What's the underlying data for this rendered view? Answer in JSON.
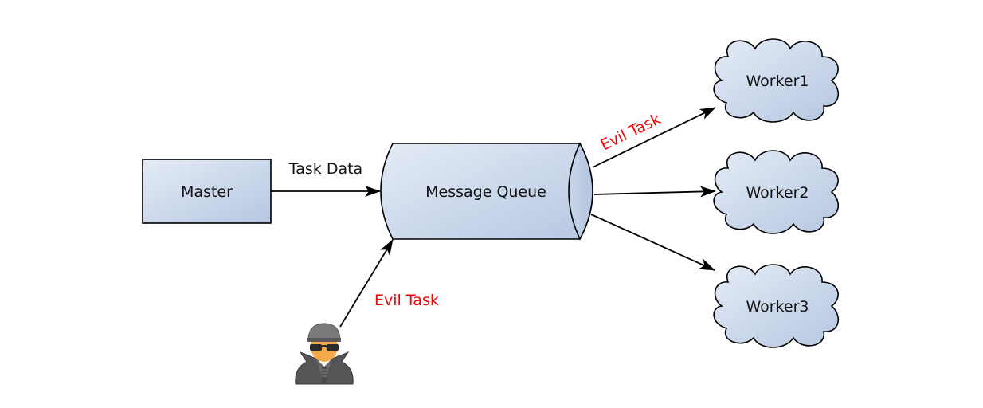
{
  "nodes": {
    "master": {
      "label": "Master"
    },
    "queue": {
      "label": "Message Queue"
    },
    "workers": [
      {
        "label": "Worker1"
      },
      {
        "label": "Worker2"
      },
      {
        "label": "Worker3"
      }
    ],
    "attacker": {
      "icon": "spy-hacker-icon"
    }
  },
  "edges": {
    "master_to_queue": {
      "label": "Task Data"
    },
    "attacker_to_queue": {
      "label": "Evil Task"
    },
    "queue_to_worker1": {
      "label": "Evil Task"
    },
    "queue_to_worker2": {
      "label": ""
    },
    "queue_to_worker3": {
      "label": ""
    }
  },
  "colors": {
    "node_fill_light": "#e2e9f5",
    "node_fill_dark": "#b8c9e2",
    "stroke": "#000000",
    "evil_text": "#ff0000"
  }
}
